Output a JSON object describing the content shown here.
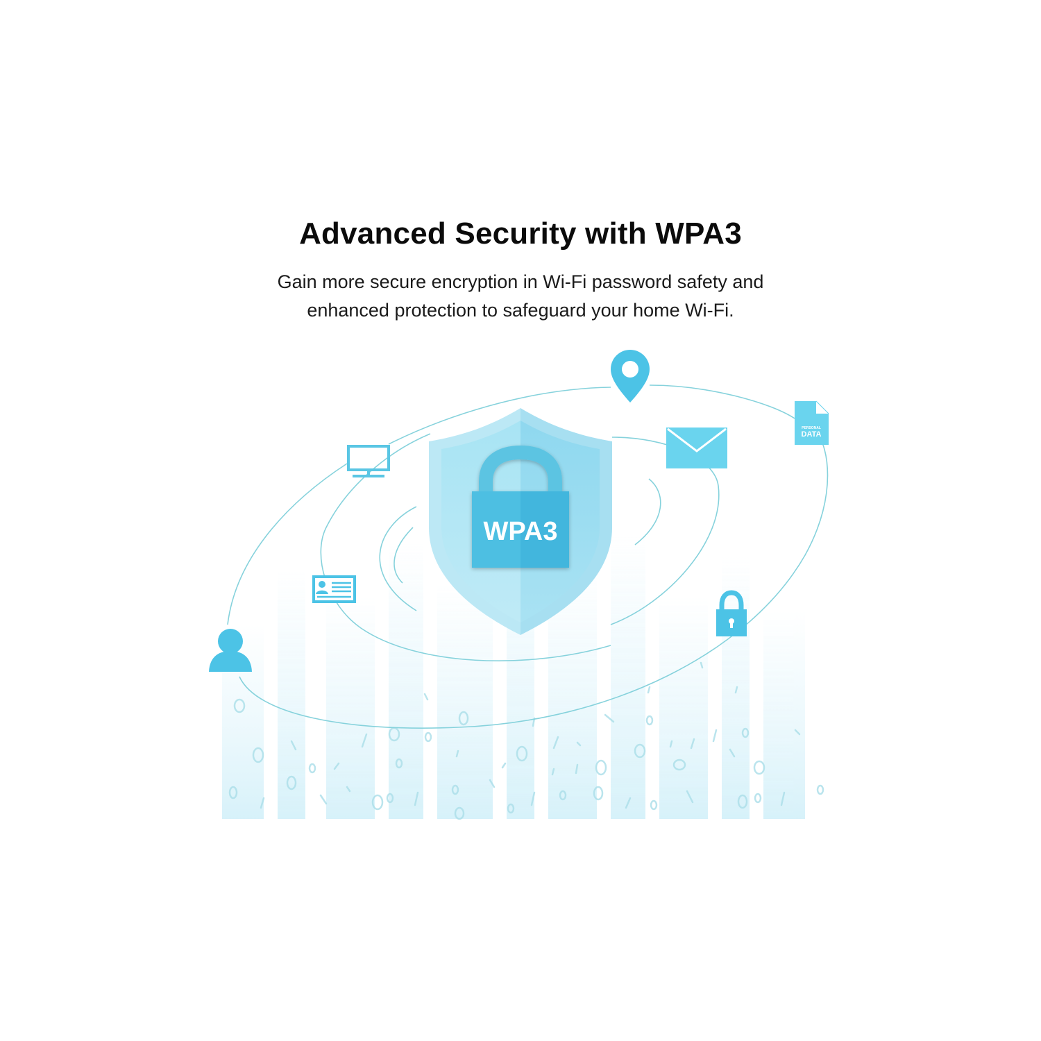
{
  "heading": "Advanced Security with WPA3",
  "description": {
    "line1": "Gain more secure encryption in Wi-Fi password safety and",
    "line2": "enhanced protection to safeguard your home Wi-Fi."
  },
  "shield_label": "WPA3",
  "personal_data_doc": {
    "small_text": "PERSONAL",
    "big_text": "DATA"
  },
  "colors": {
    "accent": "#4cc3e6",
    "accent_dark": "#3bb2dc",
    "shield_light": "#b8e8f5",
    "shield_mid": "#86d6ee",
    "orbit": "#7fcfdc",
    "heading": "#0b0b0b"
  },
  "icons": [
    "location-pin-icon",
    "computer-monitor-icon",
    "envelope-icon",
    "personal-data-document-icon",
    "id-card-icon",
    "user-icon",
    "padlock-icon",
    "shield-icon",
    "shield-padlock-icon"
  ]
}
